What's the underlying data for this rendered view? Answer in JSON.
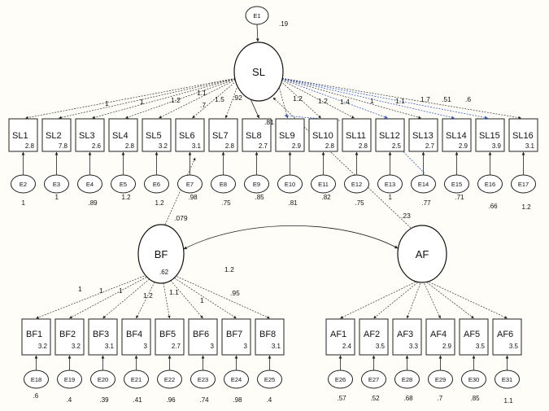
{
  "latents": {
    "SL": {
      "label": "SL",
      "r2": ""
    },
    "BF": {
      "label": "BF",
      "r2": ".62"
    },
    "AF": {
      "label": "AF",
      "r2": ""
    }
  },
  "top_error": {
    "label": "E1",
    "value": ".19"
  },
  "sl_items": [
    {
      "label": "SL1",
      "r2": "2.8",
      "error": "E2",
      "ev": "1",
      "load": ""
    },
    {
      "label": "SL2",
      "r2": "7.8",
      "error": "E3",
      "ev": "1",
      "load": "1"
    },
    {
      "label": "SL3",
      "r2": "2.6",
      "error": "E4",
      "ev": ".89",
      "load": "1"
    },
    {
      "label": "SL4",
      "r2": "2.8",
      "error": "E5",
      "ev": "1.2",
      "load": "1.2"
    },
    {
      "label": "SL5",
      "r2": "3.2",
      "error": "E6",
      "ev": "1.2",
      "load": "1.1"
    },
    {
      "label": "SL6",
      "r2": "3.1",
      "error": "E7",
      "ev": ".98",
      "load": ".7"
    },
    {
      "label": "SL7",
      "r2": "2.8",
      "error": "E8",
      "ev": ".75",
      "load": ".92"
    },
    {
      "label": "SL8",
      "r2": "2.7",
      "error": "E9",
      "ev": ".85",
      "load": ".81"
    },
    {
      "label": "SL9",
      "r2": "2.9",
      "error": "E10",
      "ev": ".81",
      "load": "1.2"
    },
    {
      "label": "SL10",
      "r2": "2.8",
      "error": "E11",
      "ev": ".82",
      "load": "1.2"
    },
    {
      "label": "SL11",
      "r2": "2.8",
      "error": "E12",
      "ev": ".75",
      "load": "1.4"
    },
    {
      "label": "SL12",
      "r2": "2.5",
      "error": "E13",
      "ev": "1",
      "load": "1"
    },
    {
      "label": "SL13",
      "r2": "2.7",
      "error": "E14",
      "ev": ".77",
      "load": "1.1"
    },
    {
      "label": "SL14",
      "r2": "2.9",
      "error": "E15",
      "ev": ".71",
      "load": "1.7"
    },
    {
      "label": "SL15",
      "r2": "3.9",
      "error": "E16",
      "ev": ".66",
      "load": ".51"
    },
    {
      "label": "SL16",
      "r2": "3.1",
      "error": "E17",
      "ev": "1.2",
      "load": ".6"
    }
  ],
  "sl6_extra_load": "1.5",
  "bf_items": [
    {
      "label": "BF1",
      "r2": "3.2",
      "error": "E18",
      "ev": ".6",
      "load": "1"
    },
    {
      "label": "BF2",
      "r2": "3.2",
      "error": "E19",
      "ev": ".4",
      "load": "1"
    },
    {
      "label": "BF3",
      "r2": "3.1",
      "error": "E20",
      "ev": ".39",
      "load": "1"
    },
    {
      "label": "BF4",
      "r2": "3",
      "error": "E21",
      "ev": ".41",
      "load": "1.2"
    },
    {
      "label": "BF5",
      "r2": "2.7",
      "error": "E22",
      "ev": ".96",
      "load": "1.1"
    },
    {
      "label": "BF6",
      "r2": "3",
      "error": "E23",
      "ev": ".74",
      "load": "1"
    },
    {
      "label": "BF7",
      "r2": "3",
      "error": "E24",
      "ev": ".98",
      "load": ".95"
    },
    {
      "label": "BF8",
      "r2": "3.1",
      "error": "E25",
      "ev": ".4",
      "load": "1.2"
    }
  ],
  "af_items": [
    {
      "label": "AF1",
      "r2": "2.4",
      "error": "E26",
      "ev": ".57"
    },
    {
      "label": "AF2",
      "r2": "3.5",
      "error": "E27",
      "ev": ".52"
    },
    {
      "label": "AF3",
      "r2": "3.3",
      "error": "E28",
      "ev": ".68"
    },
    {
      "label": "AF4",
      "r2": "2.9",
      "error": "E29",
      "ev": ".7"
    },
    {
      "label": "AF5",
      "r2": "3.5",
      "error": "E30",
      "ev": ".85"
    },
    {
      "label": "AF6",
      "r2": "3.5",
      "error": "E31",
      "ev": "1.1"
    }
  ],
  "paths": {
    "bf_sl": ".079",
    "af_sl": ".23"
  }
}
